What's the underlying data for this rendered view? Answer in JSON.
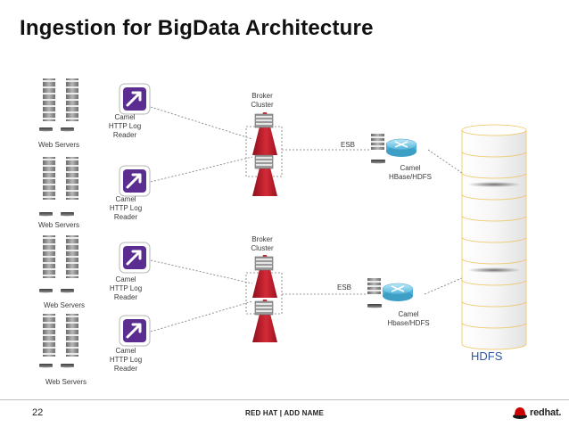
{
  "slide": {
    "title": "Ingestion for BigData Architecture",
    "page_number": "22",
    "footer": "RED HAT | ADD NAME",
    "brand": "redhat."
  },
  "diagram": {
    "web_servers": [
      "Web Servers",
      "Web Servers",
      "Web Servers",
      "Web Servers"
    ],
    "readers": [
      [
        "Camel",
        "HTTP Log",
        "Reader"
      ],
      [
        "Camel",
        "HTTP Log",
        "Reader"
      ],
      [
        "Camel",
        "HTTP Log",
        "Reader"
      ],
      [
        "Camel",
        "HTTP Log",
        "Reader"
      ]
    ],
    "brokers": [
      [
        "Broker",
        "Cluster"
      ],
      [
        "Broker",
        "Cluster"
      ]
    ],
    "esb": [
      "ESB",
      "ESB"
    ],
    "routers": [
      [
        "Camel",
        "HBase/HDFS"
      ],
      [
        "Camel",
        "Hbase/HDFS"
      ]
    ],
    "store": "HDFS"
  },
  "colors": {
    "broker_red": "#c11b2a",
    "reader_purple": "#5c2d91",
    "router_blue": "#7fd0ee",
    "hdfs_text": "#2f55a4",
    "db_stroke": "#f1c25a"
  },
  "icons": {
    "server": "server-rack-icon",
    "reader": "camel-reader-icon",
    "broker": "broker-icon",
    "router": "router-icon",
    "database": "database-cylinder-icon",
    "logo": "redhat-logo-icon"
  }
}
